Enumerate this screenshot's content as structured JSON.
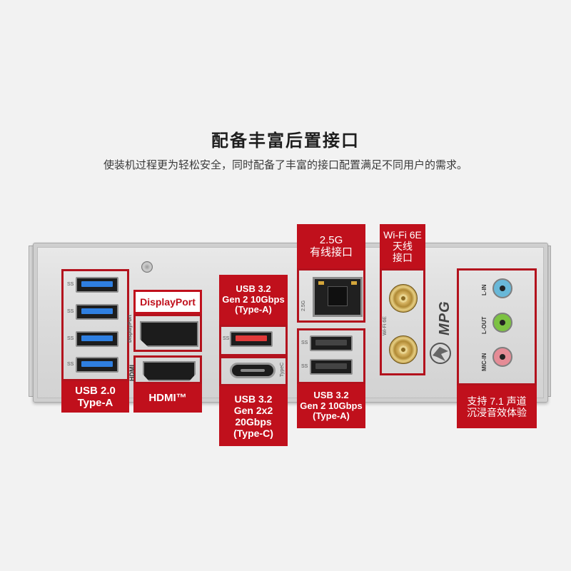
{
  "header": {
    "title": "配备丰富后置接口",
    "subtitle": "使装机过程更为轻松安全，同时配备了丰富的接口配置满足不同用户的需求。"
  },
  "labels": {
    "usb20": [
      "USB 2.0",
      "Type-A"
    ],
    "displayport": "DisplayPort",
    "hdmi": "HDMI™",
    "usb32_a_top": [
      "USB 3.2",
      "Gen 2 10Gbps",
      "(Type-A)"
    ],
    "usb32_c": [
      "USB 3.2",
      "Gen 2x2",
      "20Gbps",
      "(Type-C)"
    ],
    "lan": [
      "2.5G",
      "有线接口"
    ],
    "wifi": [
      "Wi-Fi 6E",
      "天线",
      "接口"
    ],
    "usb32_a_right": [
      "USB 3.2",
      "Gen 2 10Gbps",
      "(Type-A)"
    ],
    "audio": [
      "支持 7.1 声道",
      "沉浸音效体验"
    ]
  },
  "port_text": {
    "ss": "SS",
    "dp_side": "DisplayPort",
    "hdmi_side": "HDMI",
    "typec_side": "TypeC",
    "wifi_side": "Wi-Fi 6E",
    "lan_side": "2.5G",
    "line_in": "L-IN",
    "line_out": "L-OUT",
    "mic_in": "MIC-IN",
    "logo": "MPG"
  },
  "colors": {
    "accent_red": "#c0101c",
    "usb2_blue": "#2f7fe0",
    "usb_red": "#e03a3a",
    "jack_blue": "#69b8d8",
    "jack_green": "#7cc242",
    "jack_pink": "#e58c96"
  }
}
